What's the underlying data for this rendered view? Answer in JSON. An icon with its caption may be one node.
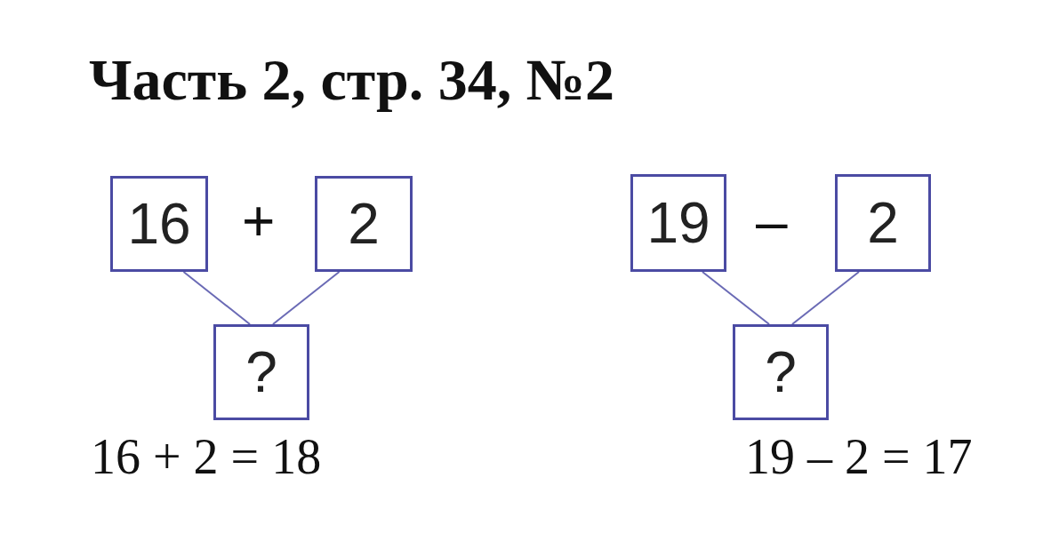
{
  "diagram": {
    "title": "Часть 2, стр. 34, №2",
    "nodes": [
      {
        "text": [
          "16"
        ]
      },
      {
        "text": [
          "2"
        ]
      },
      {
        "text": [
          "?"
        ]
      },
      {
        "text": [
          "19"
        ]
      },
      {
        "text": [
          "2"
        ]
      },
      {
        "text": [
          "?"
        ]
      }
    ],
    "edges": [
      {
        "from": 0,
        "to": 2,
        "arrow": "none"
      },
      {
        "from": 1,
        "to": 2,
        "arrow": "none"
      },
      {
        "from": 3,
        "to": 5,
        "arrow": "none"
      },
      {
        "from": 4,
        "to": 5,
        "arrow": "none"
      }
    ],
    "labels": [
      "+",
      "–",
      "16 + 2 = 18",
      "19 – 2 = 17"
    ]
  }
}
